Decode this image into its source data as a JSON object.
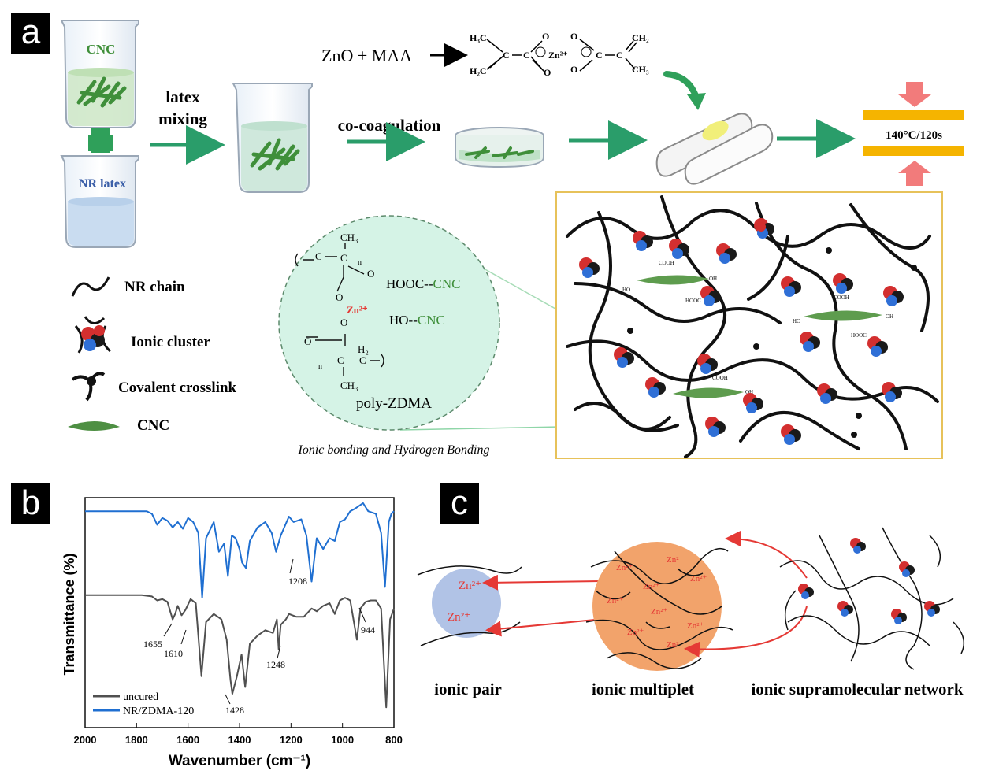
{
  "panel_labels": [
    "a",
    "b",
    "c"
  ],
  "panel_a": {
    "beaker_cnc": "CNC",
    "beaker_nr": "NR latex",
    "step_latex_1": "latex",
    "step_latex_2": "mixing",
    "step_coag": "co-coagulation",
    "reaction_lhs": "ZnO + MAA",
    "reaction_groups": [
      "H₃C",
      "H₂C",
      "CH₂",
      "CH₃",
      "C",
      "C",
      "C",
      "C",
      "O",
      "O",
      "O",
      "O",
      "Zn²⁺"
    ],
    "cure_condition": "140°C/120s",
    "bubble_groups": [
      "CH₃",
      "H₂",
      "CH₃",
      "C",
      "C",
      "C",
      "C",
      "O",
      "O",
      "O",
      "O",
      "n",
      "n"
    ],
    "bubble_zn": "Zn²⁺",
    "bubble_hooc_cnc_a": "HOOC--",
    "bubble_hooc_cnc_b": "CNC",
    "bubble_ho_cnc_a": "HO--",
    "bubble_ho_cnc_b": "CNC",
    "bubble_poly": "poly-ZDMA",
    "bubble_caption": "Ionic bonding and Hydrogen Bonding",
    "network_groups": [
      "OH",
      "HO",
      "COOH",
      "HOOC"
    ],
    "legend": [
      "NR chain",
      "Ionic cluster",
      "Covalent crosslink",
      "CNC"
    ]
  },
  "panel_c": {
    "labels": [
      "ionic pair",
      "ionic multiplet",
      "ionic supramolecular network"
    ],
    "zn": "Zn²⁺"
  },
  "colors": {
    "blue": "#1f6fd1",
    "gray": "#505050",
    "green": "#2e7d32",
    "arrow_green": "#2a9d6a",
    "red": "#e53935",
    "orange": "#f2a36b",
    "yellow": "#f5b400",
    "lightgreen": "#d5f3e6"
  },
  "chart_data": {
    "type": "line",
    "title": "",
    "xlabel": "Wavenumber (cm⁻¹)",
    "ylabel": "Transmittance (%)",
    "xlim": [
      2000,
      800
    ],
    "x_ticks": [
      2000,
      1800,
      1600,
      1400,
      1200,
      1000,
      800
    ],
    "legend_position": "bottom-left",
    "series": [
      {
        "name": "uncured",
        "color": "#505050",
        "offset": 0,
        "x": [
          2000,
          1780,
          1740,
          1720,
          1700,
          1680,
          1660,
          1650,
          1640,
          1625,
          1610,
          1590,
          1570,
          1548,
          1530,
          1500,
          1470,
          1450,
          1435,
          1428,
          1410,
          1392,
          1378,
          1360,
          1330,
          1300,
          1270,
          1255,
          1248,
          1240,
          1220,
          1208,
          1180,
          1150,
          1120,
          1100,
          1075,
          1050,
          1030,
          1010,
          990,
          970,
          944,
          930,
          910,
          890,
          870,
          850,
          830,
          815,
          800
        ],
        "y": [
          38,
          38,
          37,
          34,
          35,
          33,
          20,
          24,
          30,
          23,
          27,
          35,
          32,
          -22,
          18,
          24,
          20,
          5,
          -25,
          -35,
          -22,
          -6,
          -30,
          2,
          8,
          12,
          10,
          20,
          -2,
          16,
          20,
          24,
          22,
          22,
          28,
          26,
          30,
          32,
          24,
          34,
          36,
          34,
          5,
          28,
          33,
          34,
          34,
          28,
          -45,
          20,
          28
        ]
      },
      {
        "name": "NR/ZDMA-120",
        "color": "#1f6fd1",
        "offset": 62,
        "x": [
          2000,
          1760,
          1740,
          1720,
          1700,
          1680,
          1660,
          1640,
          1620,
          1600,
          1580,
          1560,
          1545,
          1530,
          1500,
          1480,
          1460,
          1445,
          1430,
          1415,
          1400,
          1390,
          1375,
          1360,
          1330,
          1300,
          1275,
          1258,
          1240,
          1208,
          1190,
          1160,
          1140,
          1120,
          1100,
          1075,
          1050,
          1030,
          1010,
          990,
          970,
          950,
          920,
          900,
          870,
          850,
          835,
          820,
          810,
          800
        ],
        "y": [
          38,
          38,
          36,
          28,
          33,
          31,
          26,
          30,
          25,
          33,
          30,
          22,
          -26,
          18,
          30,
          8,
          14,
          -10,
          20,
          18,
          10,
          0,
          -4,
          16,
          26,
          30,
          22,
          8,
          20,
          34,
          30,
          32,
          20,
          -14,
          18,
          10,
          18,
          16,
          30,
          32,
          38,
          40,
          44,
          38,
          36,
          22,
          -18,
          30,
          36,
          38
        ]
      }
    ],
    "annotations": [
      "1655",
      "1610",
      "1428",
      "1248",
      "1208",
      "944"
    ]
  }
}
